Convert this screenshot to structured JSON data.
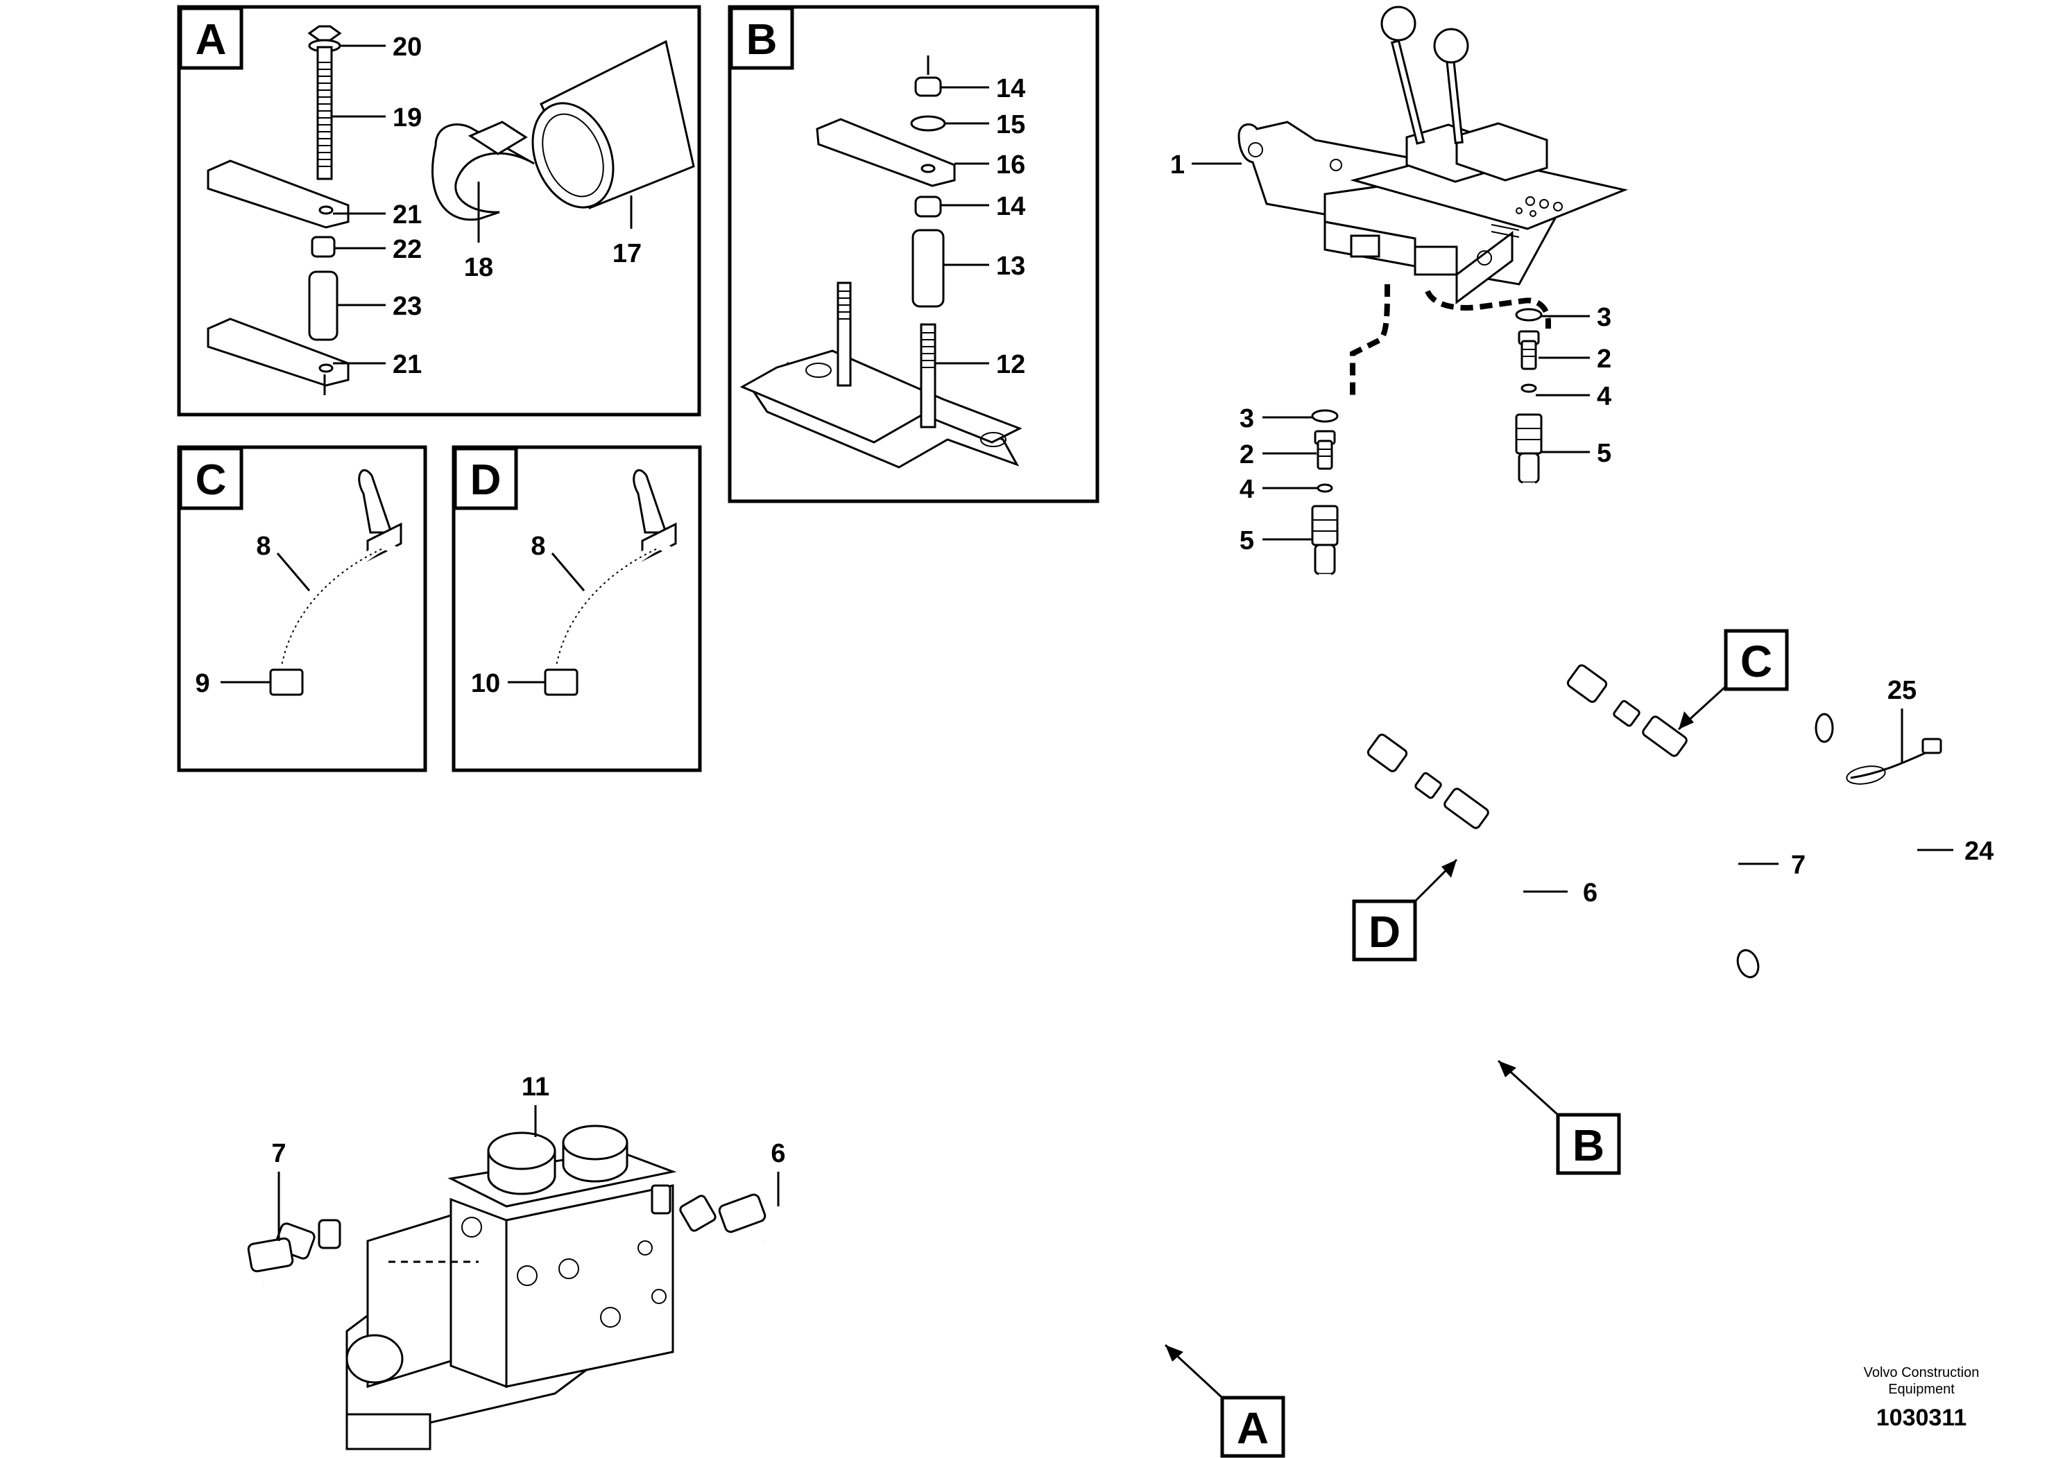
{
  "insets": {
    "A": {
      "letter": "A",
      "labels": [
        "20",
        "19",
        "21",
        "22",
        "23",
        "21",
        "18",
        "17"
      ]
    },
    "B": {
      "letter": "B",
      "labels": [
        "14",
        "15",
        "16",
        "14",
        "13",
        "12"
      ]
    },
    "C": {
      "letter": "C",
      "labels": [
        "8",
        "9"
      ]
    },
    "D": {
      "letter": "D",
      "labels": [
        "8",
        "10"
      ]
    }
  },
  "main": {
    "labels": {
      "p1": "1",
      "p3a": "3",
      "p2a": "2",
      "p4a": "4",
      "p5a": "5",
      "p3b": "3",
      "p2b": "2",
      "p4b": "4",
      "p5b": "5",
      "p6a": "6",
      "p7a": "7",
      "p6b": "6",
      "p7b": "7",
      "p11": "11",
      "p24": "24",
      "p25": "25"
    },
    "callouts": {
      "A": "A",
      "B": "B",
      "C": "C",
      "D": "D"
    }
  },
  "footer": {
    "brand_line1": "Volvo Construction",
    "brand_line2": "Equipment",
    "drawing_number": "1030311"
  }
}
